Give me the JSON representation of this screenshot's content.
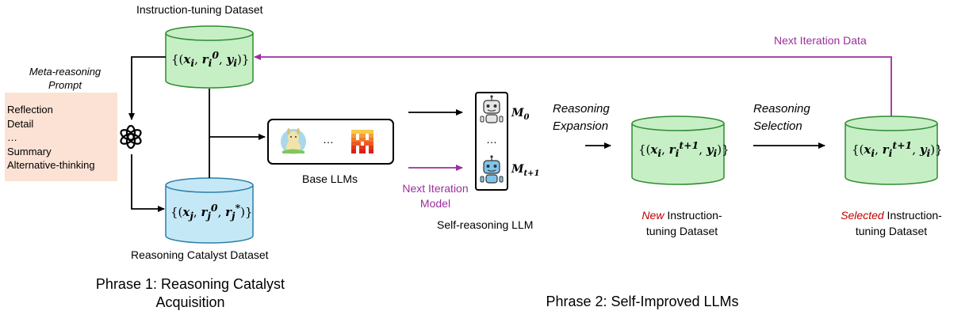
{
  "colors": {
    "green_fill": "#c6efc6",
    "green_stroke": "#2f8a2f",
    "blue_fill": "#c5e8f7",
    "blue_stroke": "#2d7fa8",
    "prompt_box": "#fbe2d5",
    "purple_arrow": "#9b2f9b",
    "red_text": "#c00000"
  },
  "instruction_dataset": {
    "title": "Instruction-tuning Dataset",
    "formula": "{(xi, ri0, yi)}"
  },
  "meta_prompt": {
    "title_line1": "Meta-reasoning",
    "title_line2": "Prompt",
    "items": [
      "Reflection",
      "Detail",
      "…",
      "Summary",
      "Alternative-thinking"
    ]
  },
  "catalyst_dataset": {
    "title": "Reasoning Catalyst Dataset",
    "formula": "{(xj, rj0, rj*)}"
  },
  "base_llms": {
    "label": "Base LLMs",
    "ellipsis": "…",
    "icons": [
      "llama-icon",
      "mistral-icon"
    ]
  },
  "self_reasoning": {
    "label": "Self-reasoning LLM",
    "model_0": "M0",
    "model_t1": "Mt+1",
    "ellipsis": "…",
    "next_iteration_model_line1": "Next Iteration",
    "next_iteration_model_line2": "Model"
  },
  "expansion": {
    "label_line1": "Reasoning",
    "label_line2": "Expansion",
    "formula": "{(xi, rit+1, yi)}",
    "caption_emph": "New",
    "caption_rest": " Instruction-",
    "caption_line2": "tuning Dataset"
  },
  "selection": {
    "label_line1": "Reasoning",
    "label_line2": "Selection",
    "formula": "{(xi, rit+1, yi)}",
    "caption_emph": "Selected",
    "caption_rest": " Instruction-",
    "caption_line2": "tuning Dataset"
  },
  "next_iteration_data": "Next Iteration Data",
  "phase1": {
    "line1": "Phrase 1: Reasoning Catalyst",
    "line2": "Acquisition"
  },
  "phase2": "Phrase 2: Self-Improved LLMs"
}
